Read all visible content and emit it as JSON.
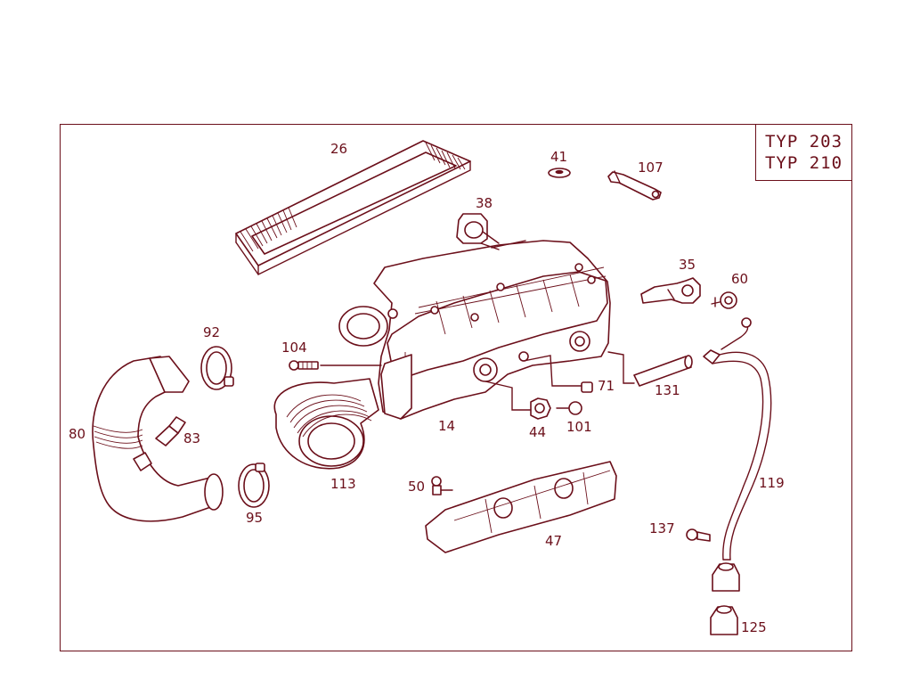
{
  "model_box": {
    "line1": "TYP 203",
    "line2": "TYP 210"
  },
  "colors": {
    "ink": "#6b0f1a",
    "background": "#ffffff"
  },
  "callouts": {
    "c26": "26",
    "c41": "41",
    "c107": "107",
    "c38": "38",
    "c35": "35",
    "c60": "60",
    "c92": "92",
    "c104": "104",
    "c80": "80",
    "c83": "83",
    "c95": "95",
    "c113": "113",
    "c14": "14",
    "c71": "71",
    "c131": "131",
    "c44": "44",
    "c101": "101",
    "c119": "119",
    "c50": "50",
    "c47": "47",
    "c137": "137",
    "c125": "125"
  }
}
